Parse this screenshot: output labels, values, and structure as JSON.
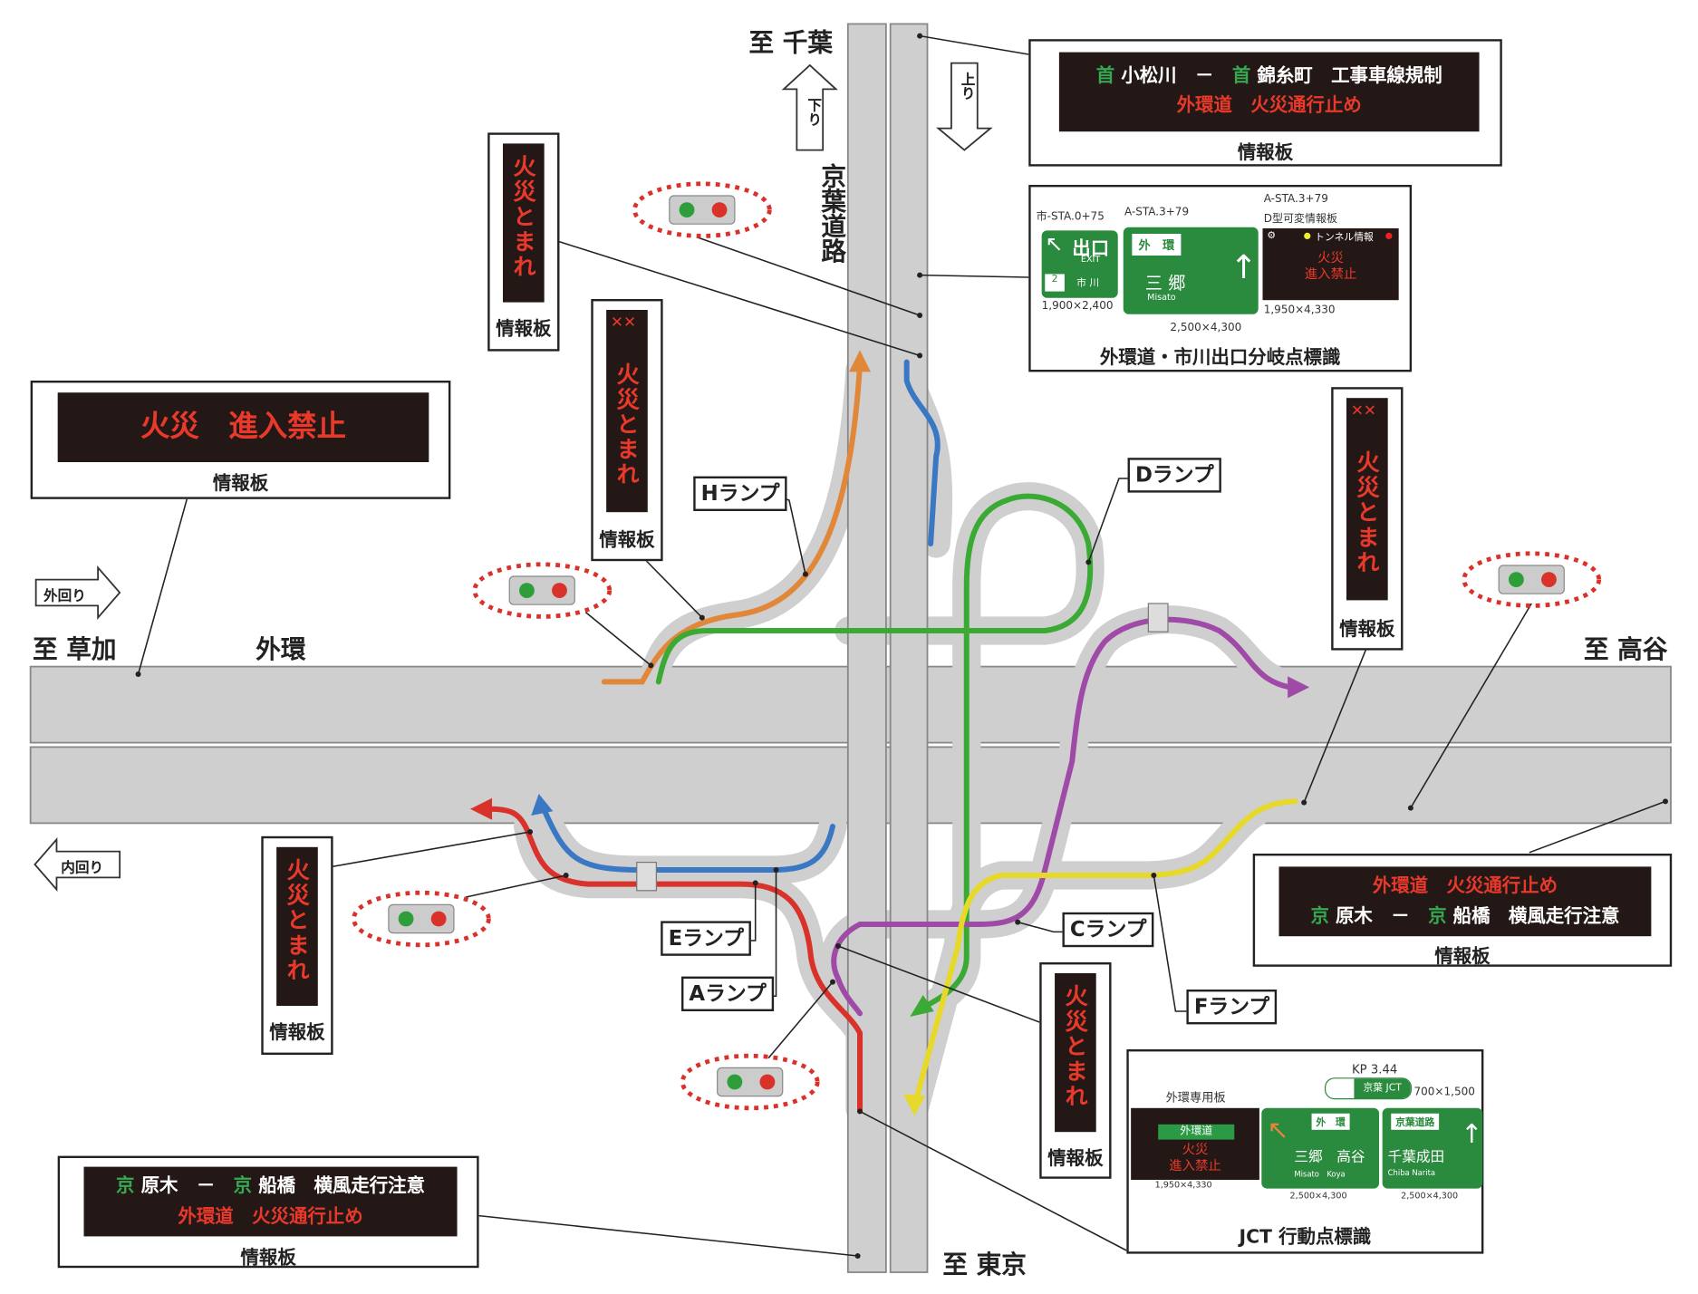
{
  "places": {
    "chiba": "至 千葉",
    "soka": "至 草加",
    "gaikan": "外環",
    "koya": "至 高谷",
    "tokyo": "至 東京",
    "keiyo_road": "京葉道路"
  },
  "direction_arrows": {
    "down": "下り",
    "up": "上り",
    "outer": "外回り",
    "inner": "内回り"
  },
  "ramps": {
    "H": "Hランプ",
    "D": "Dランプ",
    "E": "Eランプ",
    "A": "Aランプ",
    "C": "Cランプ",
    "F": "Fランプ"
  },
  "info_label": "情報板",
  "boards": {
    "top_right": {
      "p1": "首",
      "t1": "小松川",
      "dash": "－",
      "p2": "首",
      "t2": "錦糸町",
      "t3": "工事車線規制",
      "line2a": "外環道",
      "line2b": "火災通行止め"
    },
    "left": {
      "text": "火災　進入禁止"
    },
    "vertical": "火災とまれ",
    "bottom_right": {
      "line1a": "外環道",
      "line1b": "火災通行止め",
      "p1": "京",
      "t1": "原木",
      "dash": "－",
      "p2": "京",
      "t2": "船橋",
      "t3": "横風走行注意"
    },
    "bottom_left": {
      "p1": "京",
      "t1": "原木",
      "dash": "－",
      "p2": "京",
      "t2": "船橋",
      "t3": "横風走行注意",
      "line2a": "外環道",
      "line2b": "火災通行止め"
    }
  },
  "branch_sign": {
    "title": "外環道・市川出口分岐点標識",
    "s1_sta": "市-STA.0+75",
    "s1_main": "出口",
    "s1_sub": "EXIT",
    "s1_route": "2",
    "s1_dest": "市 川",
    "s1_size": "1,900×2,400",
    "s2_sta": "A-STA.3+79",
    "s2_route": "外　環",
    "s2_dest": "三 郷",
    "s2_roman": "Misato",
    "s2_size": "2,500×4,300",
    "s3_sta": "A-STA.3+79",
    "s3_type": "D型可変情報板",
    "s3_head": "トンネル情報",
    "s3_l1": "火災",
    "s3_l2": "進入禁止",
    "s3_size": "1,950×4,330"
  },
  "jct_sign": {
    "title": "JCT 行動点標識",
    "kp": "KP 3.44",
    "kp_text": "京葉 JCT",
    "kp_size": "700×1,500",
    "s1_label": "外環専用板",
    "s1_head": "外環道",
    "s1_l1": "火災",
    "s1_l2": "進入禁止",
    "s1_size": "1,950×4,330",
    "s2_route": "外　環",
    "s2_dest": "三郷　高谷",
    "s2_roman": "Misato　Koya",
    "s2_size": "2,500×4,300",
    "s3_route": "京葉道路",
    "s3_dest": "千葉成田",
    "s3_roman": "Chiba Narita",
    "s3_size": "2,500×4,300"
  },
  "colors": {
    "orange": "#e0873a",
    "green": "#3aaa35",
    "blue": "#3a78c4",
    "red": "#d9322b",
    "purple": "#a04aa8",
    "yellow": "#e6d92a",
    "road": "#cfcfcf"
  }
}
